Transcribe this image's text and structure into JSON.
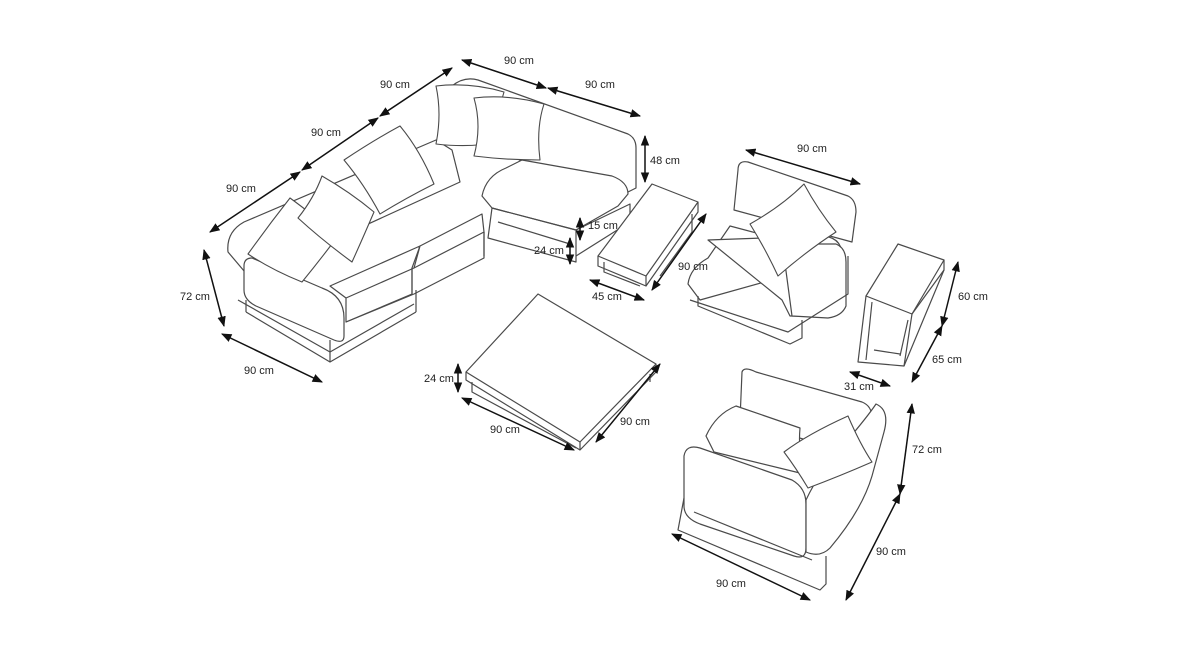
{
  "dimensions": {
    "sofa_back_left": "90 cm",
    "sofa_back_mid": "90 cm",
    "sofa_back_right": "90 cm",
    "sofa_top_right_a": "90 cm",
    "sofa_top_right_b": "90 cm",
    "sofa_back_height": "48 cm",
    "sofa_seat_cushion": "15 cm",
    "sofa_frame_height": "24 cm",
    "sofa_total_height": "72 cm",
    "sofa_bottom_width": "90 cm",
    "side_table_length": "90 cm",
    "side_table_width": "45 cm",
    "armchair_top_width": "90 cm",
    "coffee_table_height": "24 cm",
    "coffee_table_width": "90 cm",
    "coffee_table_depth": "90 cm",
    "end_table_height": "60 cm",
    "end_table_depth": "65 cm",
    "end_table_width": "31 cm",
    "armchair_height": "72 cm",
    "armchair_depth": "90 cm",
    "armchair_width": "90 cm"
  }
}
